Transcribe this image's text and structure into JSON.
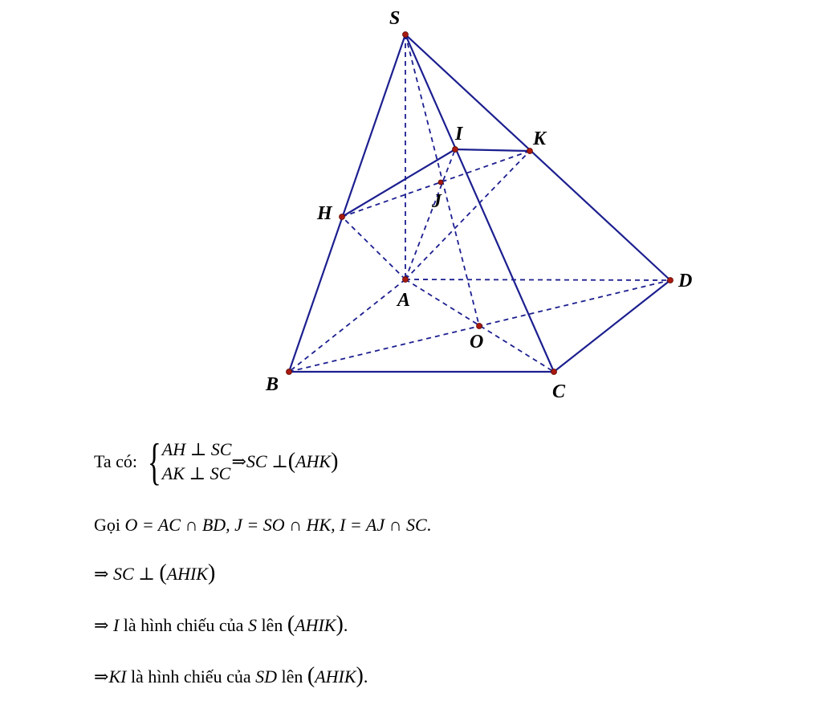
{
  "figure": {
    "points": [
      {
        "id": "S",
        "label": "S"
      },
      {
        "id": "I",
        "label": "I"
      },
      {
        "id": "K",
        "label": "K"
      },
      {
        "id": "J",
        "label": "J"
      },
      {
        "id": "H",
        "label": "H"
      },
      {
        "id": "A",
        "label": "A"
      },
      {
        "id": "D",
        "label": "D"
      },
      {
        "id": "O",
        "label": "O"
      },
      {
        "id": "B",
        "label": "B"
      },
      {
        "id": "C",
        "label": "C"
      }
    ]
  },
  "text": {
    "line1": {
      "prefix": "Ta có:",
      "row1": "AH ⊥ SC",
      "row2": "AK ⊥ SC",
      "implies": "⇒",
      "result": "SC ⊥ ",
      "lparen": "(",
      "plane": "AHK",
      "rparen": ")"
    },
    "line2": {
      "prefix": "Gọi",
      "math": "O = AC ∩ BD, J = SO ∩ HK, I = AJ ∩ SC",
      "suffix": "."
    },
    "line3": {
      "implies": "⇒",
      "math": "SC ⊥ ",
      "lparen": "(",
      "plane": "AHIK",
      "rparen": ")"
    },
    "line4": {
      "implies": "⇒",
      "sym1": "I",
      "mid": "là hình chiếu của",
      "sym2": "S",
      "tail": "lên",
      "lparen": "(",
      "plane": "AHIK",
      "rparen": ")",
      "end": "."
    },
    "line5": {
      "implies": "⇒",
      "sym1": "KI",
      "mid": "là hình chiếu của",
      "sym2": "SD",
      "tail": "lên",
      "lparen": "(",
      "plane": "AHIK",
      "rparen": ")",
      "end": "."
    }
  }
}
